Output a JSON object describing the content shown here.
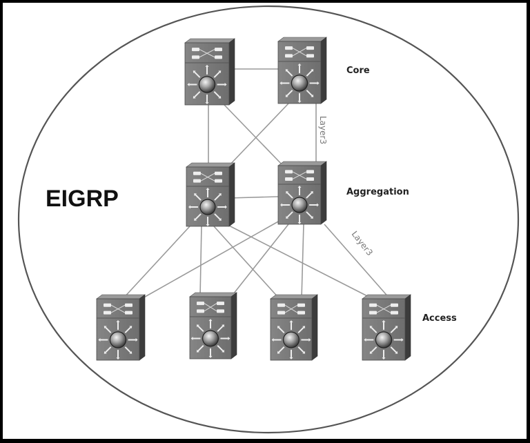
{
  "diagram": {
    "domain_label": "EIGRP",
    "tiers": [
      {
        "id": "core",
        "label": "Core"
      },
      {
        "id": "aggregation",
        "label": "Aggregation"
      },
      {
        "id": "access",
        "label": "Access"
      }
    ],
    "nodes": [
      {
        "id": "core-1",
        "tier": "core",
        "type": "layer3-switch"
      },
      {
        "id": "core-2",
        "tier": "core",
        "type": "layer3-switch"
      },
      {
        "id": "agg-1",
        "tier": "aggregation",
        "type": "layer3-switch"
      },
      {
        "id": "agg-2",
        "tier": "aggregation",
        "type": "layer3-switch"
      },
      {
        "id": "access-1",
        "tier": "access",
        "type": "layer3-switch"
      },
      {
        "id": "access-2",
        "tier": "access",
        "type": "layer3-switch"
      },
      {
        "id": "access-3",
        "tier": "access",
        "type": "layer3-switch"
      },
      {
        "id": "access-4",
        "tier": "access",
        "type": "layer3-switch"
      }
    ],
    "links": [
      {
        "from": "core-1",
        "to": "core-2"
      },
      {
        "from": "core-1",
        "to": "agg-1"
      },
      {
        "from": "core-1",
        "to": "agg-2"
      },
      {
        "from": "core-2",
        "to": "agg-1"
      },
      {
        "from": "core-2",
        "to": "agg-2",
        "label": "Layer3"
      },
      {
        "from": "agg-1",
        "to": "agg-2"
      },
      {
        "from": "agg-1",
        "to": "access-1"
      },
      {
        "from": "agg-1",
        "to": "access-2"
      },
      {
        "from": "agg-1",
        "to": "access-3"
      },
      {
        "from": "agg-1",
        "to": "access-4"
      },
      {
        "from": "agg-2",
        "to": "access-1"
      },
      {
        "from": "agg-2",
        "to": "access-2"
      },
      {
        "from": "agg-2",
        "to": "access-3"
      },
      {
        "from": "agg-2",
        "to": "access-4",
        "label": "Layer3"
      }
    ],
    "colors": {
      "switch_body": "#7a7a7a",
      "switch_side": "#3c3c3c",
      "switch_top": "#9a9a9a",
      "link": "#9a9a9a",
      "ellipse": "#555555"
    }
  }
}
